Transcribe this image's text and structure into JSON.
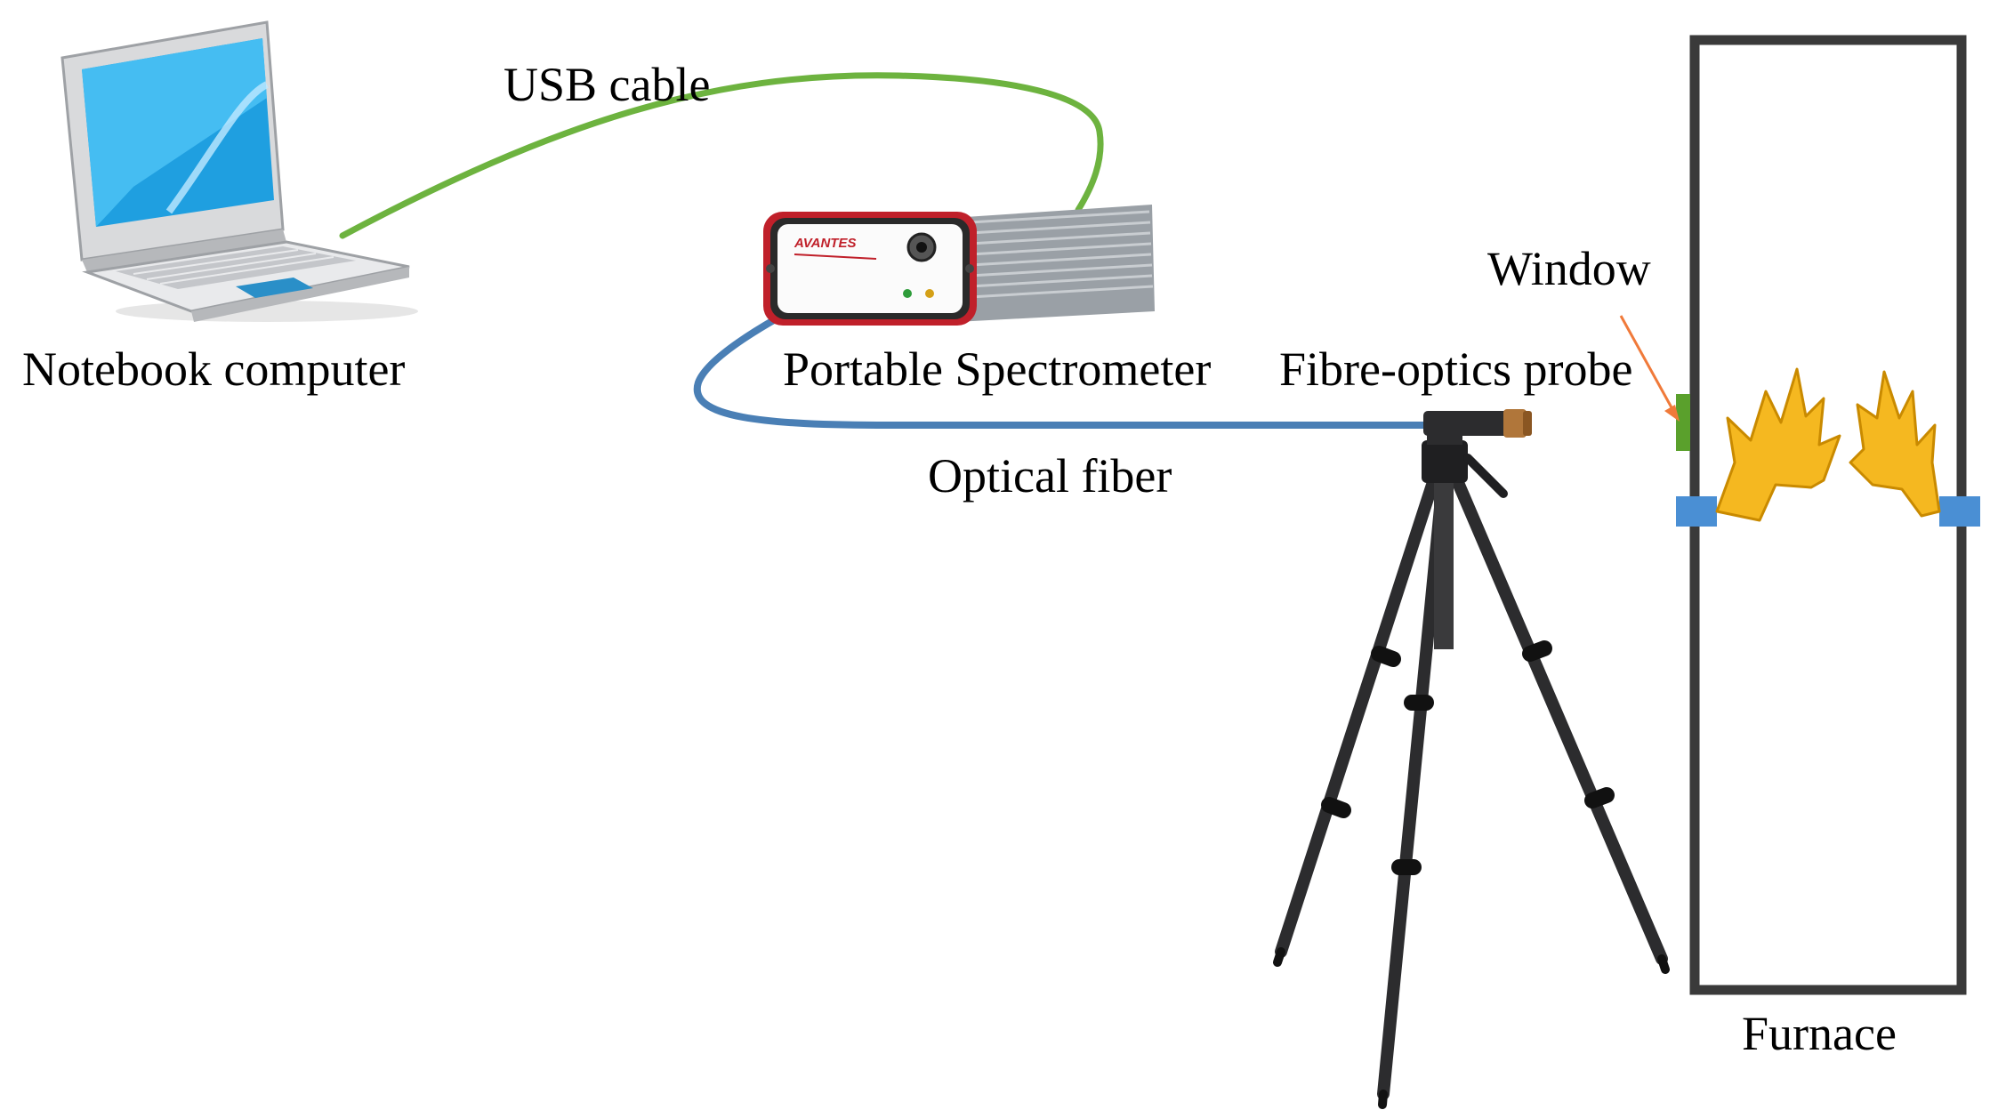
{
  "labels": {
    "usb_cable": "USB cable",
    "notebook_computer": "Notebook computer",
    "portable_spectrometer": "Portable Spectrometer",
    "fibre_optics_probe": "Fibre-optics probe",
    "window": "Window",
    "optical_fiber": "Optical fiber",
    "furnace": "Furnace"
  },
  "spectrometer": {
    "brand": "AVANTES"
  },
  "colors": {
    "usb_cable": "#6db33f",
    "optical_fiber": "#4a7fb5",
    "furnace_wall": "#3a3a3a",
    "flame": "#f5b820",
    "flame_outline": "#c98a00",
    "window_marker": "#5aa02c",
    "port_marker": "#4a8fd4",
    "arrow": "#f07a3a",
    "spectrometer_accent": "#c0202a"
  },
  "icons": {
    "computer": "laptop-icon",
    "spectrometer": "spectrometer-device-icon",
    "tripod": "tripod-icon",
    "flame": "flame-icon"
  }
}
